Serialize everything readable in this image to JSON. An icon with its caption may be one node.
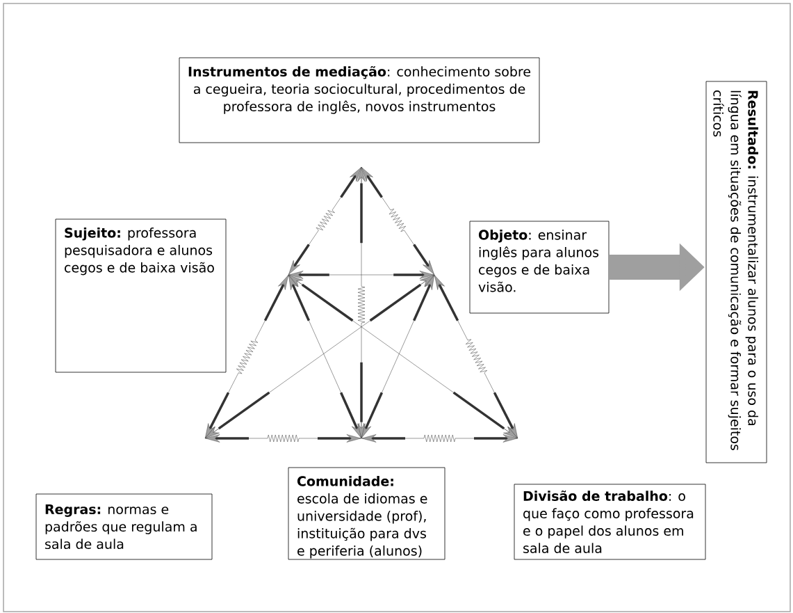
{
  "diagram": {
    "nodes": [
      {
        "text": [
          "**Instrumentos de mediação**: conhecimento sobre a cegueira, teoria sociocultural, procedimentos de professora de inglês, novos instrumentos"
        ]
      },
      {
        "text": [
          "**Sujeito:** professora pesquisadora e alunos cegos e de baixa visão"
        ]
      },
      {
        "text": [
          "**Objeto**: ensinar inglês para alunos cegos e de baixa visão."
        ]
      },
      {
        "text": [
          "**Resultado:** instrumentalizar alunos para o uso da língua em situações de comunicação e formar sujeitos críticos"
        ]
      },
      {
        "text": [
          "**Comunidade:** escola de idiomas e universidade (prof), instituição para dvs e periferia (alunos)"
        ]
      },
      {
        "text": [
          "**Regras:** normas e padrões que regulam a sala de aula"
        ]
      },
      {
        "text": [
          "**Divisão de trabalho**: o que faço como professora e o papel dos alunos em sala de aula"
        ]
      }
    ],
    "edges": [
      {
        "from": 2,
        "to": 3,
        "arrow": "to"
      }
    ]
  }
}
